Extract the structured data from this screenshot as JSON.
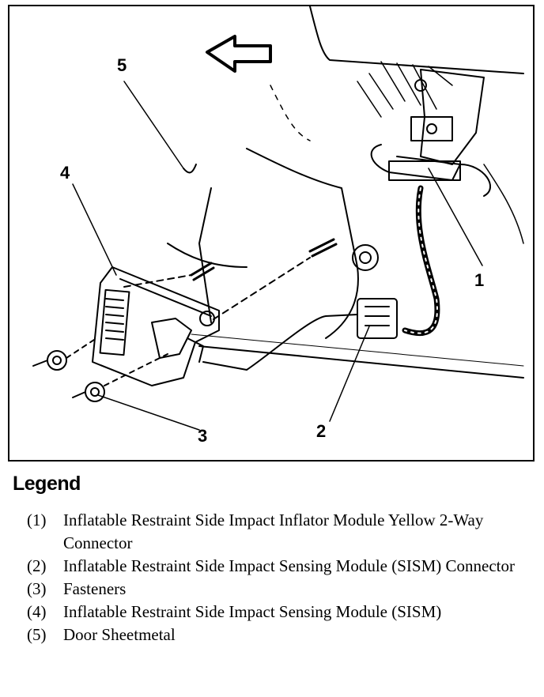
{
  "callouts": {
    "c1": "1",
    "c2": "2",
    "c3": "3",
    "c4": "4",
    "c5": "5"
  },
  "legend": {
    "title": "Legend",
    "items": [
      {
        "num": "(1)",
        "text": "Inflatable Restraint Side Impact Inflator Module Yellow 2-Way Connector"
      },
      {
        "num": "(2)",
        "text": "Inflatable Restraint Side Impact Sensing Module (SISM) Connector"
      },
      {
        "num": "(3)",
        "text": "Fasteners"
      },
      {
        "num": "(4)",
        "text": "Inflatable Restraint Side Impact Sensing Module (SISM)"
      },
      {
        "num": "(5)",
        "text": "Door Sheetmetal"
      }
    ]
  },
  "icons": {
    "direction_arrow": "arrow-left-icon"
  }
}
